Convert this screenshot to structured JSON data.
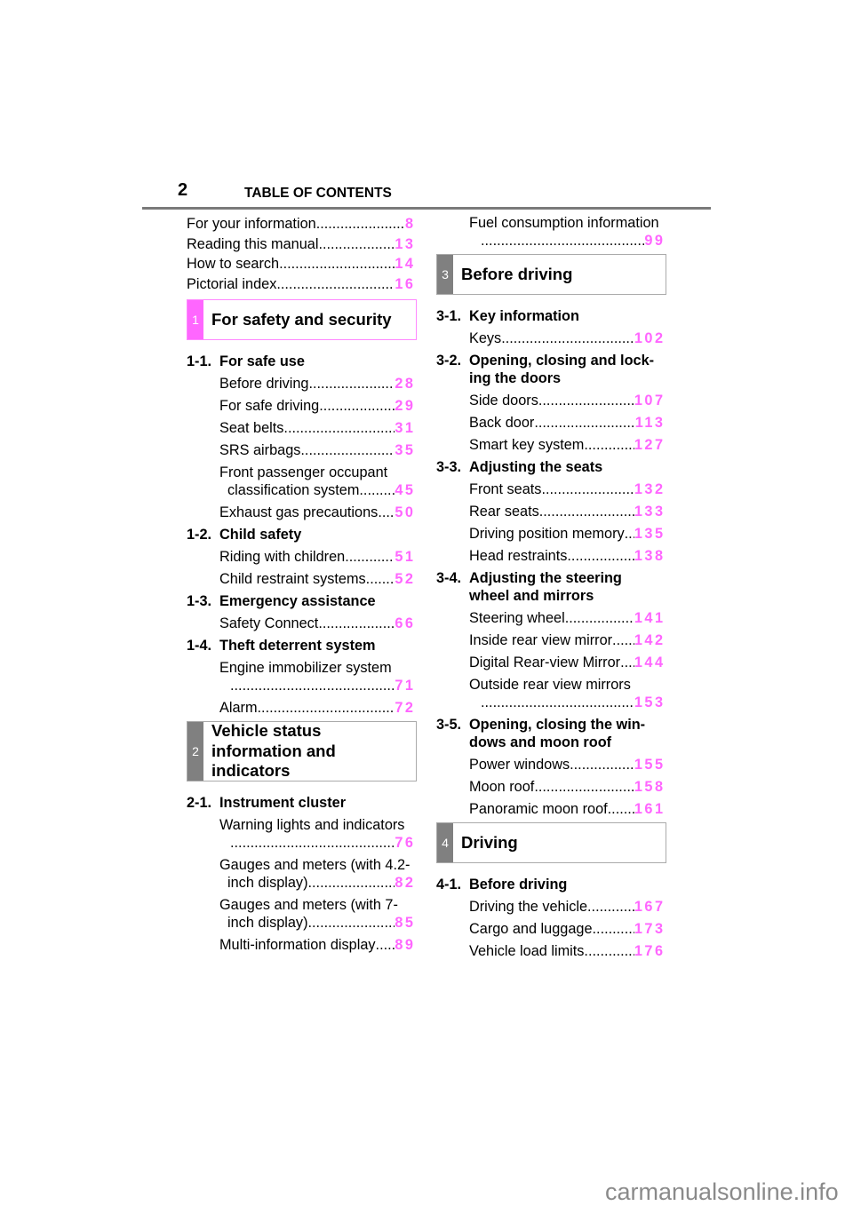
{
  "header": {
    "page_number": "2",
    "title": "TABLE OF CONTENTS"
  },
  "watermark": "carmanualsonline.info",
  "colors": {
    "accent_pink": "#ff66ff",
    "section_gray": "#808080"
  },
  "left_column": [
    {
      "type": "intro",
      "text": "For your information",
      "page": "8"
    },
    {
      "type": "intro",
      "text": "Reading this manual",
      "page": "13"
    },
    {
      "type": "intro",
      "text": "How to search",
      "page": "14"
    },
    {
      "type": "intro",
      "text": "Pictorial index",
      "page": "16"
    },
    {
      "type": "box",
      "num": "1",
      "title": [
        "For safety and security"
      ],
      "style": "pink"
    },
    {
      "type": "heading",
      "num": "1-1.",
      "title": [
        "For safe use"
      ]
    },
    {
      "type": "entry",
      "text": "Before driving",
      "page": "28"
    },
    {
      "type": "entry",
      "text": "For safe driving",
      "page": "29"
    },
    {
      "type": "entry",
      "text": "Seat belts",
      "page": "31"
    },
    {
      "type": "entry",
      "text": "SRS airbags",
      "page": "35"
    },
    {
      "type": "entry",
      "text": "Front passenger occupant",
      "cont": "classification system",
      "page": "45"
    },
    {
      "type": "entry",
      "text": "Exhaust gas precautions",
      "page": "50"
    },
    {
      "type": "heading",
      "num": "1-2.",
      "title": [
        "Child safety"
      ]
    },
    {
      "type": "entry",
      "text": "Riding with children",
      "page": "51"
    },
    {
      "type": "entry",
      "text": "Child restraint systems",
      "page": "52"
    },
    {
      "type": "heading",
      "num": "1-3.",
      "title": [
        "Emergency assistance"
      ]
    },
    {
      "type": "entry",
      "text": "Safety Connect",
      "page": "66"
    },
    {
      "type": "heading",
      "num": "1-4.",
      "title": [
        "Theft deterrent system"
      ]
    },
    {
      "type": "entry",
      "text": "Engine immobilizer system",
      "cont": "",
      "page": "71"
    },
    {
      "type": "entry",
      "text": "Alarm",
      "page": "72"
    },
    {
      "type": "box",
      "num": "2",
      "title": [
        "Vehicle status",
        "information and",
        "indicators"
      ],
      "style": "tall"
    },
    {
      "type": "heading",
      "num": "2-1.",
      "title": [
        "Instrument cluster"
      ]
    },
    {
      "type": "entry",
      "text": "Warning lights and indicators",
      "cont": "",
      "page": "76"
    },
    {
      "type": "entry",
      "text": "Gauges and meters (with 4.2-",
      "cont": "inch display)",
      "page": "82"
    },
    {
      "type": "entry",
      "text": "Gauges and meters (with 7-",
      "cont": "inch display)",
      "page": "85"
    },
    {
      "type": "entry",
      "text": "Multi-information display",
      "page": "89"
    }
  ],
  "right_column": [
    {
      "type": "entry",
      "text": "Fuel consumption information",
      "cont": "",
      "page": "99"
    },
    {
      "type": "box",
      "num": "3",
      "title": [
        "Before driving"
      ],
      "style": ""
    },
    {
      "type": "heading",
      "num": "3-1.",
      "title": [
        "Key information"
      ]
    },
    {
      "type": "entry",
      "text": "Keys",
      "page": "102"
    },
    {
      "type": "heading",
      "num": "3-2.",
      "title": [
        "Opening, closing and lock-",
        "ing the doors"
      ]
    },
    {
      "type": "entry",
      "text": "Side doors",
      "page": "107"
    },
    {
      "type": "entry",
      "text": "Back door",
      "page": "113"
    },
    {
      "type": "entry",
      "text": "Smart key system",
      "page": "127"
    },
    {
      "type": "heading",
      "num": "3-3.",
      "title": [
        "Adjusting the seats"
      ]
    },
    {
      "type": "entry",
      "text": "Front seats",
      "page": "132"
    },
    {
      "type": "entry",
      "text": "Rear seats",
      "page": "133"
    },
    {
      "type": "entry",
      "text": "Driving position memory",
      "page": "135"
    },
    {
      "type": "entry",
      "text": "Head restraints",
      "page": "138"
    },
    {
      "type": "heading",
      "num": "3-4.",
      "title": [
        "Adjusting the steering",
        "wheel and mirrors"
      ]
    },
    {
      "type": "entry",
      "text": "Steering wheel",
      "page": "141"
    },
    {
      "type": "entry",
      "text": "Inside rear view mirror",
      "page": "142"
    },
    {
      "type": "entry",
      "text": "Digital Rear-view Mirror",
      "page": "144"
    },
    {
      "type": "entry",
      "text": "Outside rear view mirrors",
      "cont": "",
      "page": "153"
    },
    {
      "type": "heading",
      "num": "3-5.",
      "title": [
        "Opening, closing the win-",
        "dows and moon roof"
      ]
    },
    {
      "type": "entry",
      "text": "Power windows",
      "page": "155"
    },
    {
      "type": "entry",
      "text": "Moon roof",
      "page": "158"
    },
    {
      "type": "entry",
      "text": "Panoramic moon roof",
      "page": "161"
    },
    {
      "type": "box",
      "num": "4",
      "title": [
        "Driving"
      ],
      "style": ""
    },
    {
      "type": "heading",
      "num": "4-1.",
      "title": [
        "Before driving"
      ]
    },
    {
      "type": "entry",
      "text": "Driving the vehicle",
      "page": "167"
    },
    {
      "type": "entry",
      "text": "Cargo and luggage",
      "page": "173"
    },
    {
      "type": "entry",
      "text": "Vehicle load limits",
      "page": "176"
    }
  ]
}
